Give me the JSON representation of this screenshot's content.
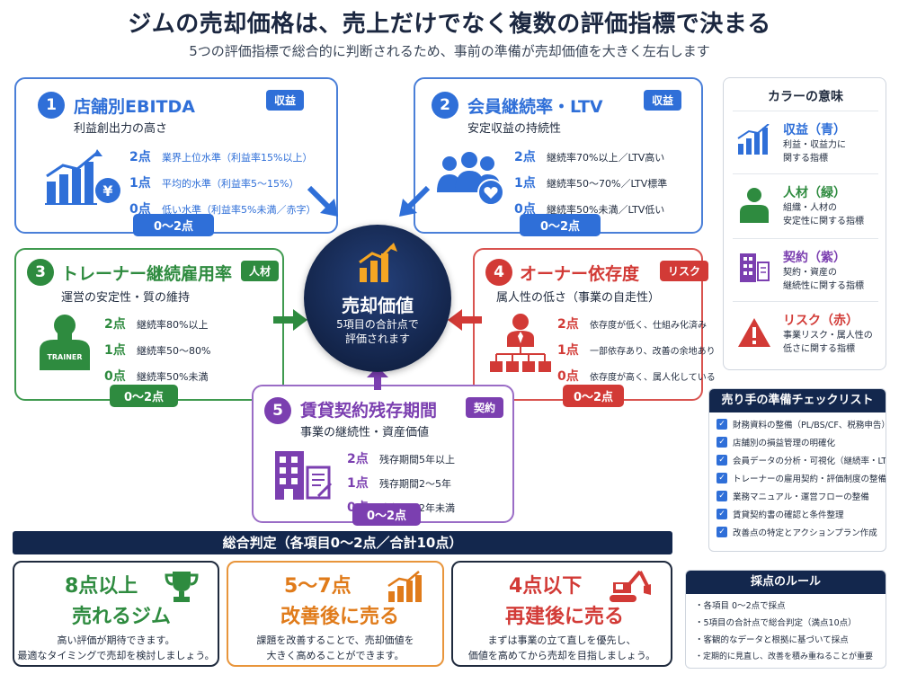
{
  "title": "ジムの売却価格は、売上だけでなく複数の評価指標で決まる",
  "subtitle": "5つの評価指標で総合的に判断されるため、事前の準備が売却価値を大きく左右します",
  "center": {
    "title": "売却価値",
    "line1": "5項目の合計点で",
    "line2": "評価されます"
  },
  "cards": [
    {
      "num": "1",
      "title": "店舗別EBITDA",
      "sub": "利益創出力の高さ",
      "tag": "収益",
      "range": "0〜2点",
      "scores": [
        {
          "pt": "2点",
          "txt": "業界上位水準（利益率15%以上）"
        },
        {
          "pt": "1点",
          "txt": "平均的水準（利益率5〜15%）"
        },
        {
          "pt": "0点",
          "txt": "低い水準（利益率5%未満／赤字）"
        }
      ]
    },
    {
      "num": "2",
      "title": "会員継続率・LTV",
      "sub": "安定収益の持続性",
      "tag": "収益",
      "range": "0〜2点",
      "scores": [
        {
          "pt": "2点",
          "txt": "継続率70%以上／LTV高い"
        },
        {
          "pt": "1点",
          "txt": "継続率50〜70%／LTV標準"
        },
        {
          "pt": "0点",
          "txt": "継続率50%未満／LTV低い"
        }
      ]
    },
    {
      "num": "3",
      "title": "トレーナー継続雇用率",
      "sub": "運営の安定性・質の維持",
      "tag": "人材",
      "range": "0〜2点",
      "icon_text": "TRAINER",
      "scores": [
        {
          "pt": "2点",
          "txt": "継続率80%以上"
        },
        {
          "pt": "1点",
          "txt": "継続率50〜80%"
        },
        {
          "pt": "0点",
          "txt": "継続率50%未満"
        }
      ]
    },
    {
      "num": "4",
      "title": "オーナー依存度",
      "sub": "属人性の低さ（事業の自走性）",
      "tag": "リスク",
      "range": "0〜2点",
      "scores": [
        {
          "pt": "2点",
          "txt": "依存度が低く、仕組み化済み"
        },
        {
          "pt": "1点",
          "txt": "一部依存あり、改善の余地あり"
        },
        {
          "pt": "0点",
          "txt": "依存度が高く、属人化している"
        }
      ]
    },
    {
      "num": "5",
      "title": "賃貸契約残存期間",
      "sub": "事業の継続性・資産価値",
      "tag": "契約",
      "range": "0〜2点",
      "scores": [
        {
          "pt": "2点",
          "txt": "残存期間5年以上"
        },
        {
          "pt": "1点",
          "txt": "残存期間2〜5年"
        },
        {
          "pt": "0点",
          "txt": "残存期間2年未満"
        }
      ]
    }
  ],
  "legend": {
    "title": "カラーの意味",
    "items": [
      {
        "title": "収益（青）",
        "line1": "利益・収益力に",
        "line2": "関する指標"
      },
      {
        "title": "人材（緑）",
        "line1": "組織・人材の",
        "line2": "安定性に関する指標"
      },
      {
        "title": "契約（紫）",
        "line1": "契約・資産の",
        "line2": "継続性に関する指標"
      },
      {
        "title": "リスク（赤）",
        "line1": "事業リスク・属人性の",
        "line2": "低さに関する指標"
      }
    ]
  },
  "checklist": {
    "title": "売り手の準備チェックリスト",
    "items": [
      "財務資料の整備（PL/BS/CF、税務申告）",
      "店舗別の損益管理の明確化",
      "会員データの分析・可視化（継続率・LTV）",
      "トレーナーの雇用契約・評価制度の整備",
      "業務マニュアル・運営フローの整備",
      "賃貸契約書の確認と条件整理",
      "改善点の特定とアクションプラン作成"
    ]
  },
  "rules": {
    "title": "採点のルール",
    "items": [
      "・各項目 0〜2点で採点",
      "・5項目の合計点で総合判定（満点10点）",
      "・客観的なデータと根拠に基づいて採点",
      "・定期的に見直し、改善を積み重ねることが重要"
    ]
  },
  "judge_title": "総合判定（各項目0〜2点／合計10点）",
  "results": [
    {
      "score": "8点以上",
      "label": "売れるジム",
      "line1": "高い評価が期待できます。",
      "line2": "最適なタイミングで売却を検討しましょう。"
    },
    {
      "score": "5〜7点",
      "label": "改善後に売る",
      "line1": "課題を改善することで、売却価値を",
      "line2": "大きく高めることができます。"
    },
    {
      "score": "4点以下",
      "label": "再建後に売る",
      "line1": "まずは事業の立て直しを優先し、",
      "line2": "価値を高めてから売却を目指しましょう。"
    }
  ],
  "colors": {
    "blue": "#2f6fd8",
    "green": "#2e8b3f",
    "red": "#d23a36",
    "purple": "#7b3fb0",
    "orange": "#e07b1a",
    "navy": "#13274d"
  }
}
